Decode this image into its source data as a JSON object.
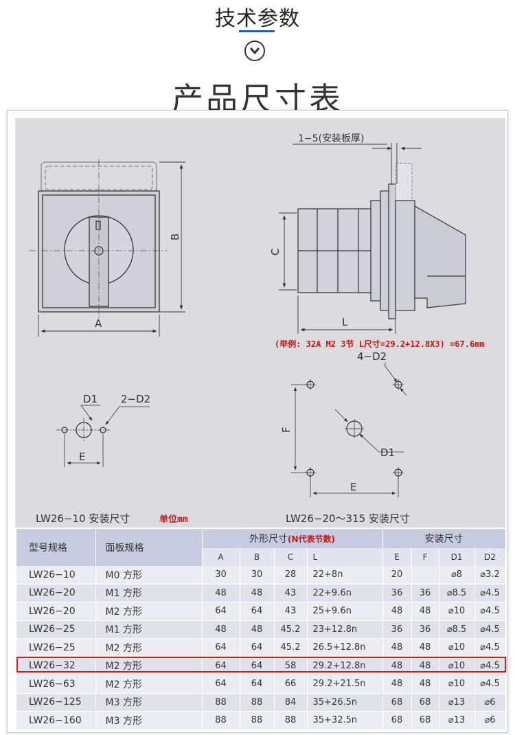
{
  "header": {
    "title": "技术参数",
    "section_title": "产品尺寸表"
  },
  "drawing": {
    "dim_A": "A",
    "dim_B": "B",
    "dim_C": "C",
    "dim_L": "L",
    "dim_E": "E",
    "dim_F": "F",
    "dim_D1": "D1",
    "dim_2D2": "2−D2",
    "dim_4D2": "4−D2",
    "panel_thickness": "1−5(安装板厚)",
    "example_note": "(举例: 32A M2 3节 L尺寸=29.2+12.8X3) =67.6mm",
    "caption_left": "LW26−10 安装尺寸",
    "caption_left_unit": "单位mm",
    "caption_right": "LW26−20～315 安装尺寸"
  },
  "table": {
    "header_model": "型号规格",
    "header_panel": "面板规格",
    "header_outer_prefix": "外形尺寸",
    "header_outer_note": "(N代表节数)",
    "header_install": "安装尺寸",
    "subheaders": [
      "A",
      "B",
      "C",
      "L",
      "E",
      "F",
      "D1",
      "D2"
    ],
    "rows": [
      {
        "model": "LW26−10",
        "panel": "M0 方形",
        "A": "30",
        "B": "30",
        "C": "28",
        "L": "22+8n",
        "E": "20",
        "F": "",
        "D1": "⌀8",
        "D2": "⌀3.2"
      },
      {
        "model": "LW26−20",
        "panel": "M1 方形",
        "A": "48",
        "B": "48",
        "C": "43",
        "L": "22+9.6n",
        "E": "36",
        "F": "36",
        "D1": "⌀8.5",
        "D2": "⌀4.5"
      },
      {
        "model": "LW26−20",
        "panel": "M2 方形",
        "A": "64",
        "B": "64",
        "C": "43",
        "L": "25+9.6n",
        "E": "48",
        "F": "48",
        "D1": "⌀10",
        "D2": "⌀4.5"
      },
      {
        "model": "LW26−25",
        "panel": "M1 方形",
        "A": "48",
        "B": "48",
        "C": "45.2",
        "L": "23+12.8n",
        "E": "36",
        "F": "36",
        "D1": "⌀8.5",
        "D2": "⌀4.5"
      },
      {
        "model": "LW26−25",
        "panel": "M2 方形",
        "A": "64",
        "B": "64",
        "C": "45.2",
        "L": "26.5+12.8n",
        "E": "48",
        "F": "48",
        "D1": "⌀10",
        "D2": "⌀4.5"
      },
      {
        "model": "LW26−32",
        "panel": "M2 方形",
        "A": "64",
        "B": "64",
        "C": "58",
        "L": "29.2+12.8n",
        "E": "48",
        "F": "48",
        "D1": "⌀10",
        "D2": "⌀4.5"
      },
      {
        "model": "LW26−63",
        "panel": "M2 方形",
        "A": "64",
        "B": "64",
        "C": "66",
        "L": "29.2+21.5n",
        "E": "48",
        "F": "48",
        "D1": "⌀10",
        "D2": "⌀4.5"
      },
      {
        "model": "LW26−125",
        "panel": "M3 方形",
        "A": "88",
        "B": "88",
        "C": "84",
        "L": "35+26.5n",
        "E": "68",
        "F": "68",
        "D1": "⌀13",
        "D2": "⌀6"
      },
      {
        "model": "LW26−160",
        "panel": "M3 方形",
        "A": "88",
        "B": "88",
        "C": "88",
        "L": "35+32.5n",
        "E": "68",
        "F": "68",
        "D1": "⌀13",
        "D2": "⌀6"
      }
    ],
    "highlight_color": "#d41c1c"
  }
}
